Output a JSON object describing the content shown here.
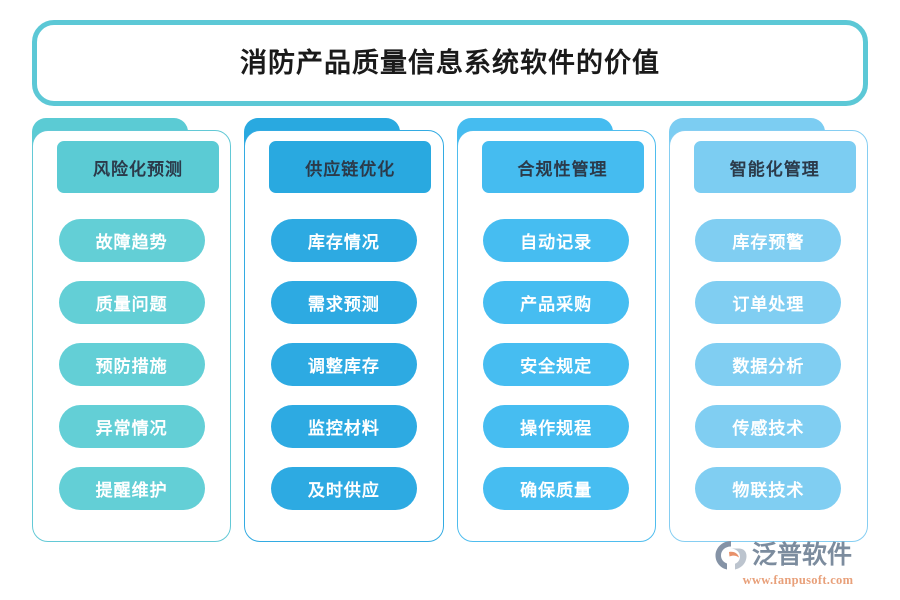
{
  "title": {
    "text": "消防产品质量信息系统软件的价值",
    "border_color": "#5CC8D6"
  },
  "columns": [
    {
      "header": "风险化预测",
      "accent": "#5BCBD4",
      "pill_color": "#63CFD6",
      "border_color": "#63C9D6",
      "items": [
        "故障趋势",
        "质量问题",
        "预防措施",
        "异常情况",
        "提醒维护"
      ]
    },
    {
      "header": "供应链优化",
      "accent": "#29A9E0",
      "pill_color": "#2DAAE2",
      "border_color": "#33ABE2",
      "items": [
        "库存情况",
        "需求预测",
        "调整库存",
        "监控材料",
        "及时供应"
      ]
    },
    {
      "header": "合规性管理",
      "accent": "#45BCF0",
      "pill_color": "#46BDF1",
      "border_color": "#4FBDEE",
      "items": [
        "自动记录",
        "产品采购",
        "安全规定",
        "操作规程",
        "确保质量"
      ]
    },
    {
      "header": "智能化管理",
      "accent": "#7CCDF2",
      "pill_color": "#80CEF2",
      "border_color": "#86CEF2",
      "items": [
        "库存预警",
        "订单处理",
        "数据分析",
        "传感技术",
        "物联技术"
      ]
    }
  ],
  "logo": {
    "name": "泛普软件",
    "url": "www.fanpusoft.com",
    "mark_color": "#8593A6",
    "mark_accent": "#E8916A",
    "name_color": "#7C8C9E",
    "url_color": "#E8A07A"
  }
}
